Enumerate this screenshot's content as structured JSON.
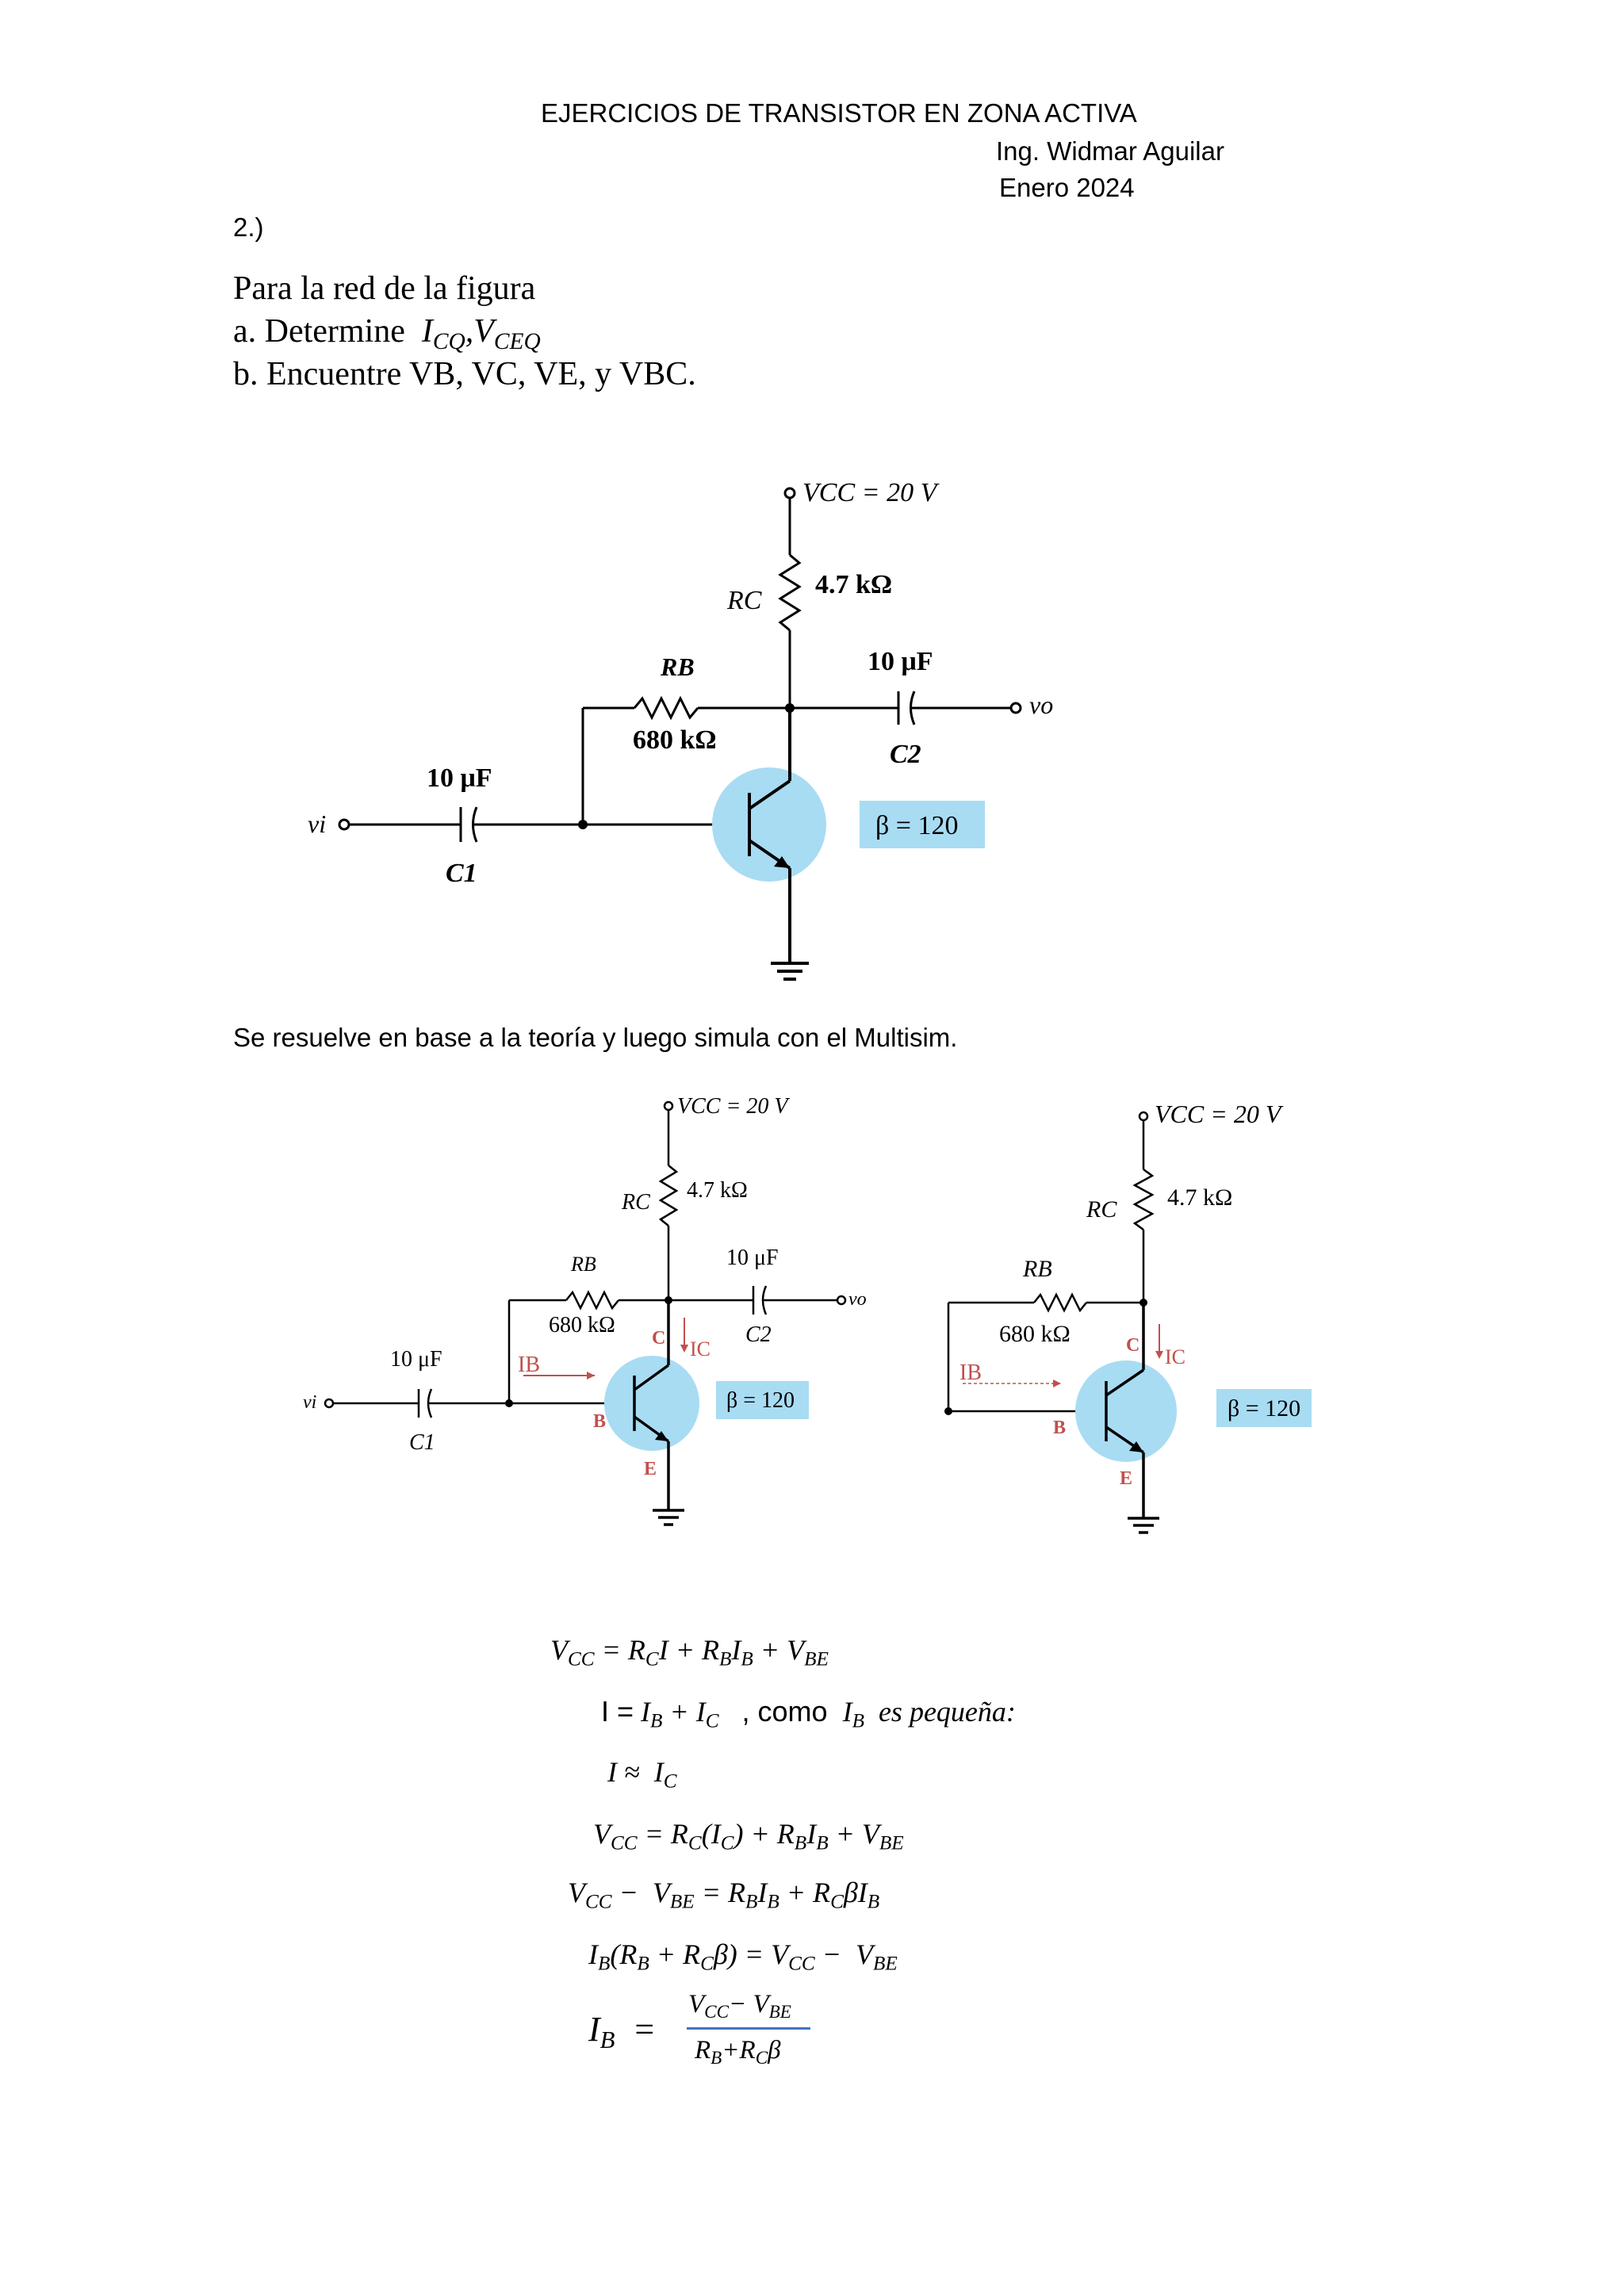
{
  "header": {
    "title": "EJERCICIOS DE TRANSISTOR EN ZONA ACTIVA",
    "author": "Ing. Widmar Aguilar",
    "date": "Enero 2024"
  },
  "problem": {
    "number": "2.)",
    "intro": "Para la red de la figura",
    "part_a_prefix": "a. Determine",
    "part_a_vars": "ICQ, VCEQ",
    "part_b": "b. Encuentre VB, VC, VE, y VBC."
  },
  "circuit": {
    "vcc": "VCC = 20 V",
    "rc_label": "RC",
    "rc_value": "4.7 kΩ",
    "rb_label": "RB",
    "rb_value": "680 kΩ",
    "c1_value": "10 μF",
    "c1_label": "C1",
    "c2_value": "10 μF",
    "c2_label": "C2",
    "vi": "vi",
    "vo": "vo",
    "beta": "β = 120",
    "b_label": "B",
    "c_label": "C",
    "e_label": "E",
    "ib_label": "IB",
    "ic_label": "IC"
  },
  "statement": "Se resuelve en base a la teoría y luego simula con el Multisim.",
  "equations": {
    "eq1": "VCC = RCI + RBIB + VBE",
    "eq2_a": "I = IB + IC",
    "eq2_b": ", como",
    "eq2_c": "IB es pequeña:",
    "eq3": "I ≈ IC",
    "eq4": "VCC = RC(IC) + RBIB + VBE",
    "eq5": "VCC − VBE = RBIB + RCβIB",
    "eq6": "IB(RB + RCβ) = VCC − VBE",
    "eq7_lhs": "IB =",
    "eq7_num": "VCC− VBE",
    "eq7_den": "RB+RCβ"
  }
}
